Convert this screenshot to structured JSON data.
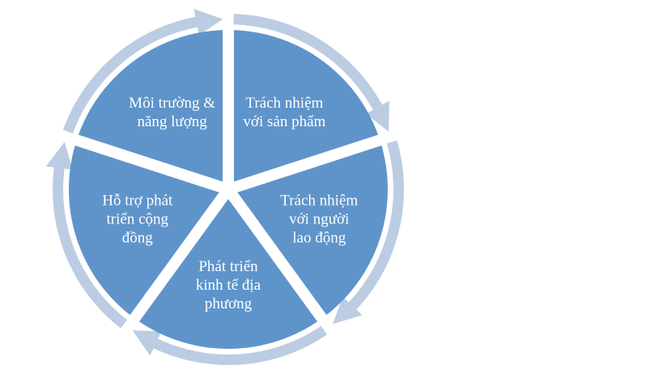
{
  "colors": {
    "segment_fill": "#5F94CA",
    "arrow_ring": "#BCCCE2",
    "separator": "#FFFFFF",
    "label_text": "#FFFFFF"
  },
  "diagram": {
    "type": "cycle",
    "segments": [
      {
        "label_lines": [
          "Trách nhiệm",
          "với sản phẩm"
        ]
      },
      {
        "label_lines": [
          "Trách nhiệm",
          "với người",
          "lao động"
        ]
      },
      {
        "label_lines": [
          "Phát triển",
          "kinh tế địa",
          "phương"
        ]
      },
      {
        "label_lines": [
          "Hỗ trợ phát",
          "triển cộng",
          "đồng"
        ]
      },
      {
        "label_lines": [
          "Môi trường &",
          "năng lượng"
        ]
      }
    ]
  }
}
